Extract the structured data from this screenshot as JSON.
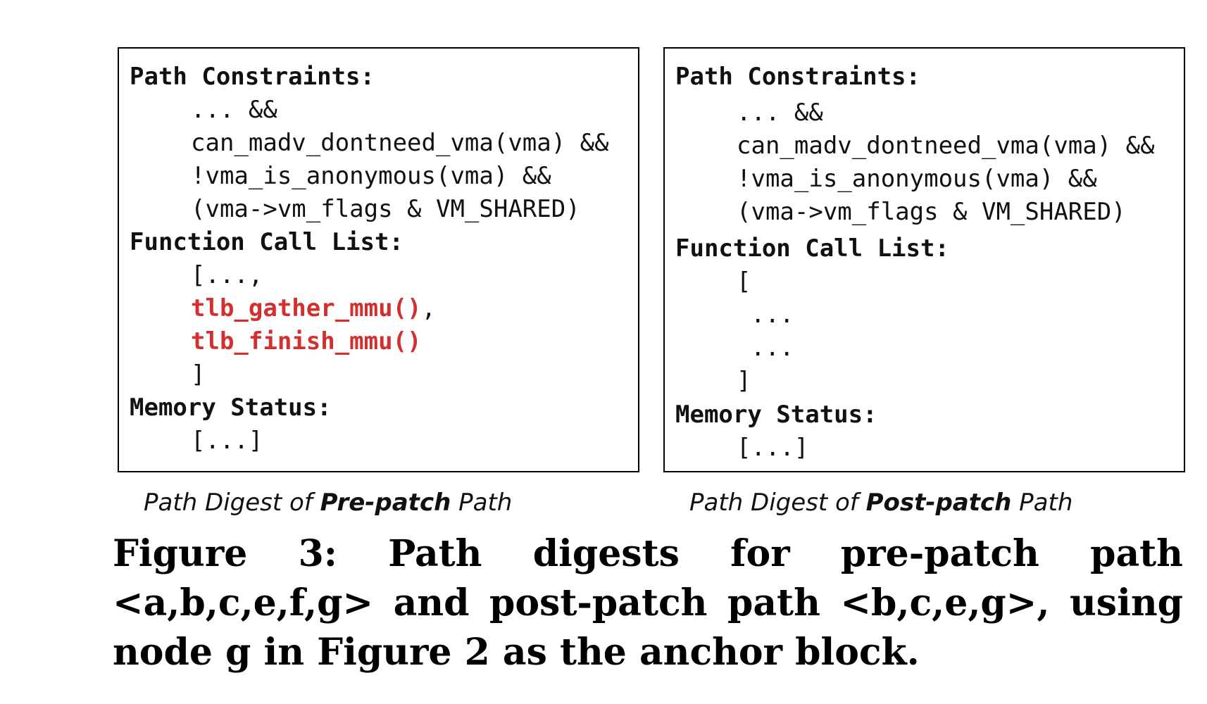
{
  "pre_patch": {
    "path_constraints_heading": "Path Constraints:",
    "constraints": [
      "... &&",
      "can_madv_dontneed_vma(vma) &&",
      "!vma_is_anonymous(vma) &&",
      "(vma->vm_flags & VM_SHARED)"
    ],
    "function_call_heading": "Function Call List:",
    "call_open": "[...,",
    "call_red_1": "tlb_gather_mmu()",
    "call_red_1_suffix": ",",
    "call_red_2": "tlb_finish_mmu()",
    "call_close": "]",
    "memory_heading": "Memory Status:",
    "memory_value": "[...]",
    "highlight_color": "#d32f2f"
  },
  "post_patch": {
    "path_constraints_heading": "Path Constraints:",
    "constraints": [
      "... &&",
      "can_madv_dontneed_vma(vma) &&",
      "!vma_is_anonymous(vma) &&",
      "(vma->vm_flags & VM_SHARED)"
    ],
    "function_call_heading": "Function Call List:",
    "call_open": "[",
    "call_items": [
      "...",
      "..."
    ],
    "call_close": "]",
    "memory_heading": "Memory Status:",
    "memory_value": "[...]"
  },
  "subcaptions": {
    "pre": {
      "prefix": "Path Digest of ",
      "bold": "Pre-patch",
      "suffix": " Path"
    },
    "post": {
      "prefix": "Path Digest of ",
      "bold": "Post-patch",
      "suffix": " Path"
    }
  },
  "caption": "Figure 3: Path digests for pre-patch path <a,b,c,e,f,g> and post-patch path <b,c,e,g>, using node g in Figure 2 as the anchor block."
}
